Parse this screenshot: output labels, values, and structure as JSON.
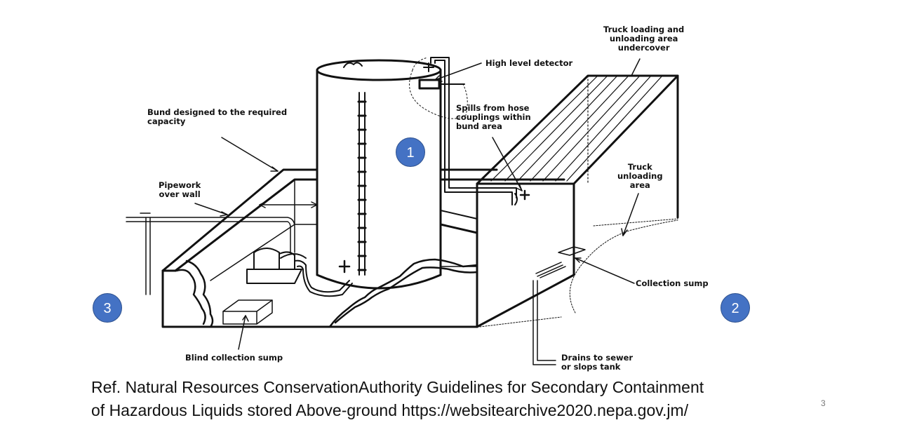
{
  "labels": {
    "truck_loading": [
      "Truck loading and",
      "unloading area",
      "undercover"
    ],
    "high_level_detector": [
      "High level detector"
    ],
    "bund": [
      "Bund designed to the required",
      "capacity"
    ],
    "spills": [
      "Spills from hose",
      "couplings within",
      "bund area"
    ],
    "pipework": [
      "Pipework",
      "over wall"
    ],
    "truck_unloading": [
      "Truck",
      "unloading",
      "area"
    ],
    "collection_sump": [
      "Collection sump"
    ],
    "blind_collection_sump": [
      "Blind collection sump"
    ],
    "drains": [
      "Drains to sewer",
      "or slops tank"
    ]
  },
  "badges": {
    "one": "1",
    "two": "2",
    "three": "3"
  },
  "reference": [
    "Ref. Natural Resources ConservationAuthority Guidelines for Secondary Containment",
    "of Hazardous Liquids stored Above-ground https://websitearchive2020.nepa.gov.jm/"
  ],
  "slide_number": "3",
  "colors": {
    "badge_fill": "#4472c4",
    "badge_border": "#2f528f",
    "line": "#111111"
  }
}
